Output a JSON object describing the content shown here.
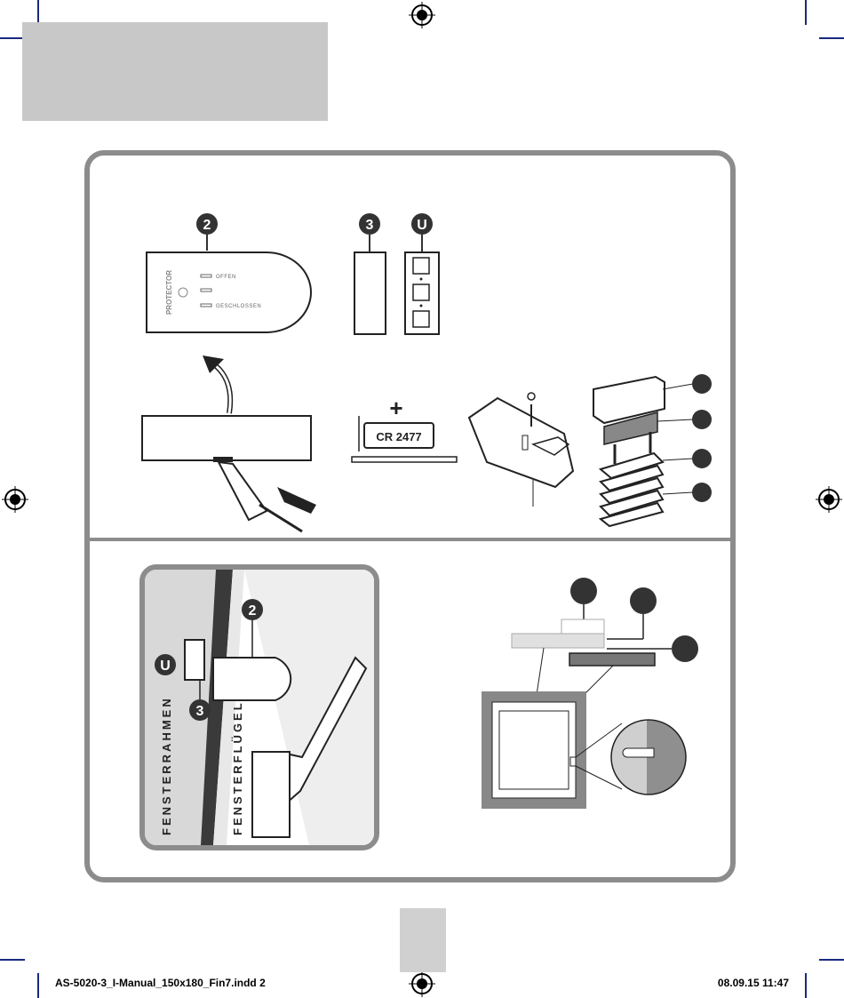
{
  "device": {
    "brand": "PROTECTOR",
    "led_open_label": "OFFEN",
    "led_closed_label": "GESCHLOSSEN"
  },
  "callouts": {
    "main_unit": "2",
    "magnet": "3",
    "spacer": "U"
  },
  "battery": {
    "plus": "+",
    "type": "CR 2477"
  },
  "installation": {
    "frame_label": "FENSTERRAHMEN",
    "sash_label": "FENSTERFLÜGEL"
  },
  "footer": {
    "file_name": "AS-5020-3_I-Manual_150x180_Fin7.indd   2",
    "date_time": "08.09.15   11:47"
  },
  "colors": {
    "panel_border": "#8c8c8c",
    "header_bar": "#c8c8c8",
    "callout_fill": "#333333"
  }
}
